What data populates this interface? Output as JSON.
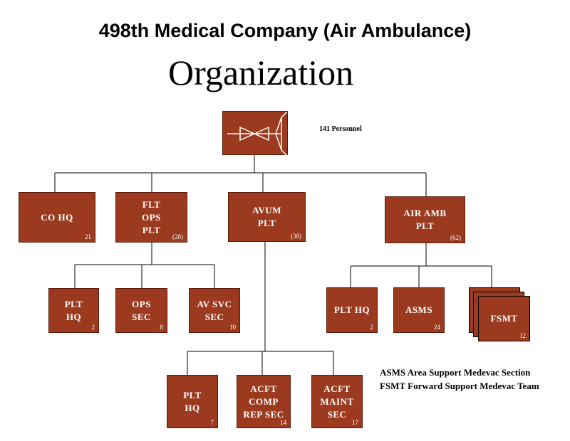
{
  "title": "498th Medical Company (Air Ambulance)",
  "subtitle": "Organization",
  "personnel_note": "141 Personnel",
  "colors": {
    "box_fill": "#9b3a1f",
    "box_text": "#ffffff",
    "lines": "#000000"
  },
  "symbol_icon": "air-ambulance-unit-symbol",
  "units": {
    "cohq": {
      "label": "CO HQ",
      "count": "21"
    },
    "fltops": {
      "label": "FLT\nOPS\nPLT",
      "count": "(20)"
    },
    "avum": {
      "label": "AVUM\nPLT",
      "count": "(38)"
    },
    "airamb": {
      "label": "AIR AMB\nPLT",
      "count": "(62)"
    },
    "plthq1": {
      "label": "PLT\nHQ",
      "count": "2"
    },
    "opssec": {
      "label": "OPS\nSEC",
      "count": "8"
    },
    "avsvc": {
      "label": "AV SVC\nSEC",
      "count": "10"
    },
    "plthq3": {
      "label": "PLT HQ",
      "count": "2"
    },
    "asms": {
      "label": "ASMS",
      "count": "24"
    },
    "fsmt": {
      "label": "FSMT",
      "count": "12"
    },
    "plthq2": {
      "label": "PLT\nHQ",
      "count": "7"
    },
    "acftcomp": {
      "label": "ACFT\nCOMP\nREP SEC",
      "count": "14"
    },
    "acftmaint": {
      "label": "ACFT\nMAINT\nSEC",
      "count": "17"
    }
  },
  "legend": [
    "ASMS Area Support Medevac Section",
    "FSMT Forward Support Medevac Team"
  ]
}
